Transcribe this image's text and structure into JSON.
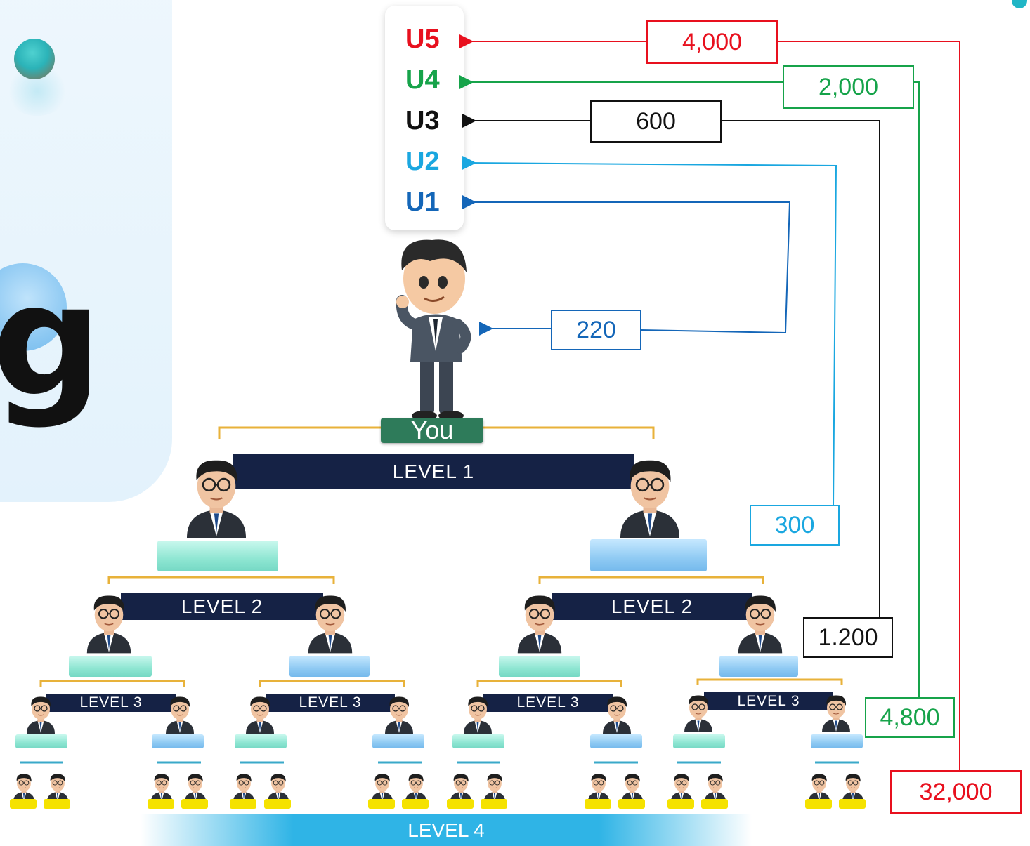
{
  "u_labels": {
    "u5": {
      "text": "U5",
      "color": "#e8101e"
    },
    "u4": {
      "text": "U4",
      "color": "#16a34a"
    },
    "u3": {
      "text": "U3",
      "color": "#111111"
    },
    "u2": {
      "text": "U2",
      "color": "#1aa7e0"
    },
    "u1": {
      "text": "U1",
      "color": "#1466b8"
    }
  },
  "values": {
    "v4000": {
      "text": "4,000",
      "color": "#e8101e"
    },
    "v2000": {
      "text": "2,000",
      "color": "#16a34a"
    },
    "v600": {
      "text": "600",
      "color": "#111111"
    },
    "v220": {
      "text": "220",
      "color": "#1466b8"
    },
    "v300": {
      "text": "300",
      "color": "#1aa7e0"
    },
    "v1200": {
      "text": "1.200",
      "color": "#111111"
    },
    "v4800": {
      "text": "4,800",
      "color": "#16a34a"
    },
    "v32000": {
      "text": "32,000",
      "color": "#e8101e"
    }
  },
  "you_label": "You",
  "levels": {
    "level1": "LEVEL 1",
    "level2": "LEVEL 2",
    "level3": "LEVEL 3",
    "level4": "LEVEL 4"
  },
  "colors": {
    "connector": "#e8b23a",
    "bar": "#152245",
    "level4": "#2fb4e6"
  }
}
